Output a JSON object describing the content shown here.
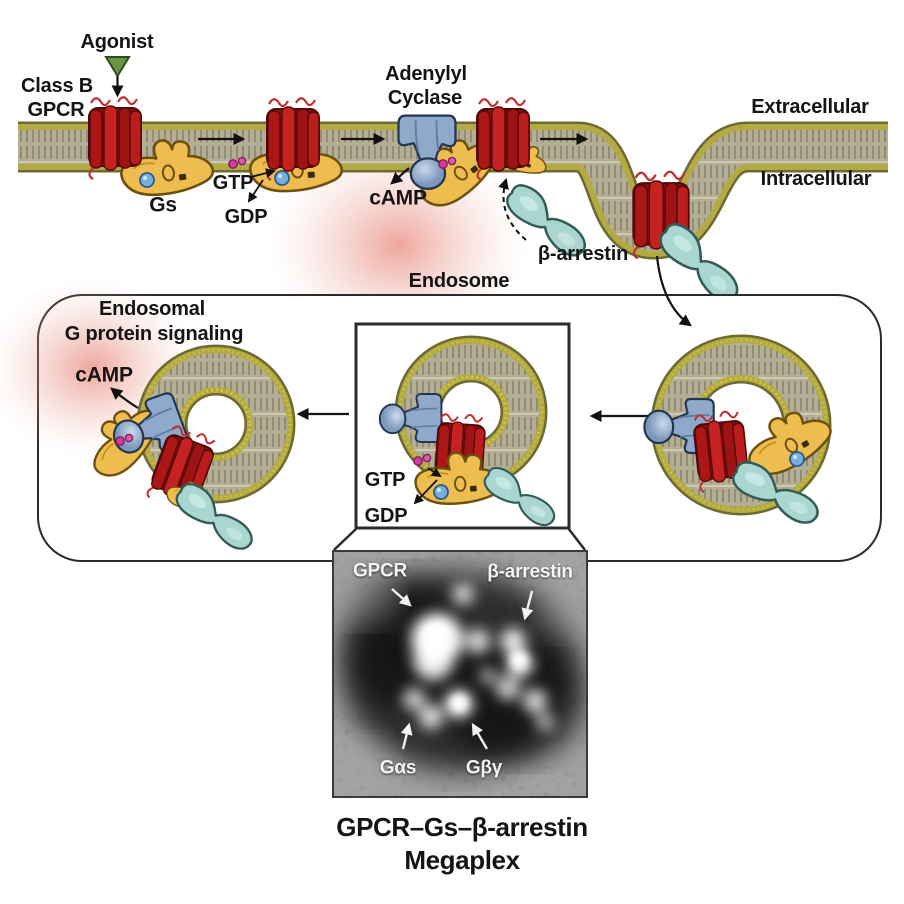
{
  "figure": {
    "description": "Class B GPCR endosomal signaling pathway with GPCR–Gs–β-arrestin megaplex EM inset"
  },
  "labels": {
    "agonist": "Agonist",
    "receptor_line1": "Class B",
    "receptor_line2": "GPCR",
    "g_protein": "Gs",
    "gtp": "GTP",
    "gdp": "GDP",
    "enzyme_line1": "Adenylyl",
    "enzyme_line2": "Cyclase",
    "camp": "cAMP",
    "beta_arrestin": "β-arrestin",
    "endosome": "Endosome",
    "extracellular": "Extracellular",
    "intracellular": "Intracellular",
    "endosomal_line1": "Endosomal",
    "endosomal_line2": "G protein signaling",
    "em_gpcr": "GPCR",
    "em_beta_arrestin": "β-arrestin",
    "em_gas": "Gαs",
    "em_gbg": "Gβγ",
    "caption_line1": "GPCR–Gs–β-arrestin",
    "caption_line2": "Megaplex"
  },
  "colors": {
    "gpcr_red": "#c62222",
    "gs_yellow": "#edbd4f",
    "adenylyl_cyclase_blue": "#8fa9cb",
    "beta_arrestin_teal": "#a9d6d0",
    "membrane_olive": "#b3aa44",
    "membrane_interior_tan": "#b4ae95",
    "camp_glow_pink": "#e46e5f",
    "agonist_green": "#69953f",
    "gtp_magenta": "#d63a9c",
    "gdp_blue": "#74b0dc"
  }
}
